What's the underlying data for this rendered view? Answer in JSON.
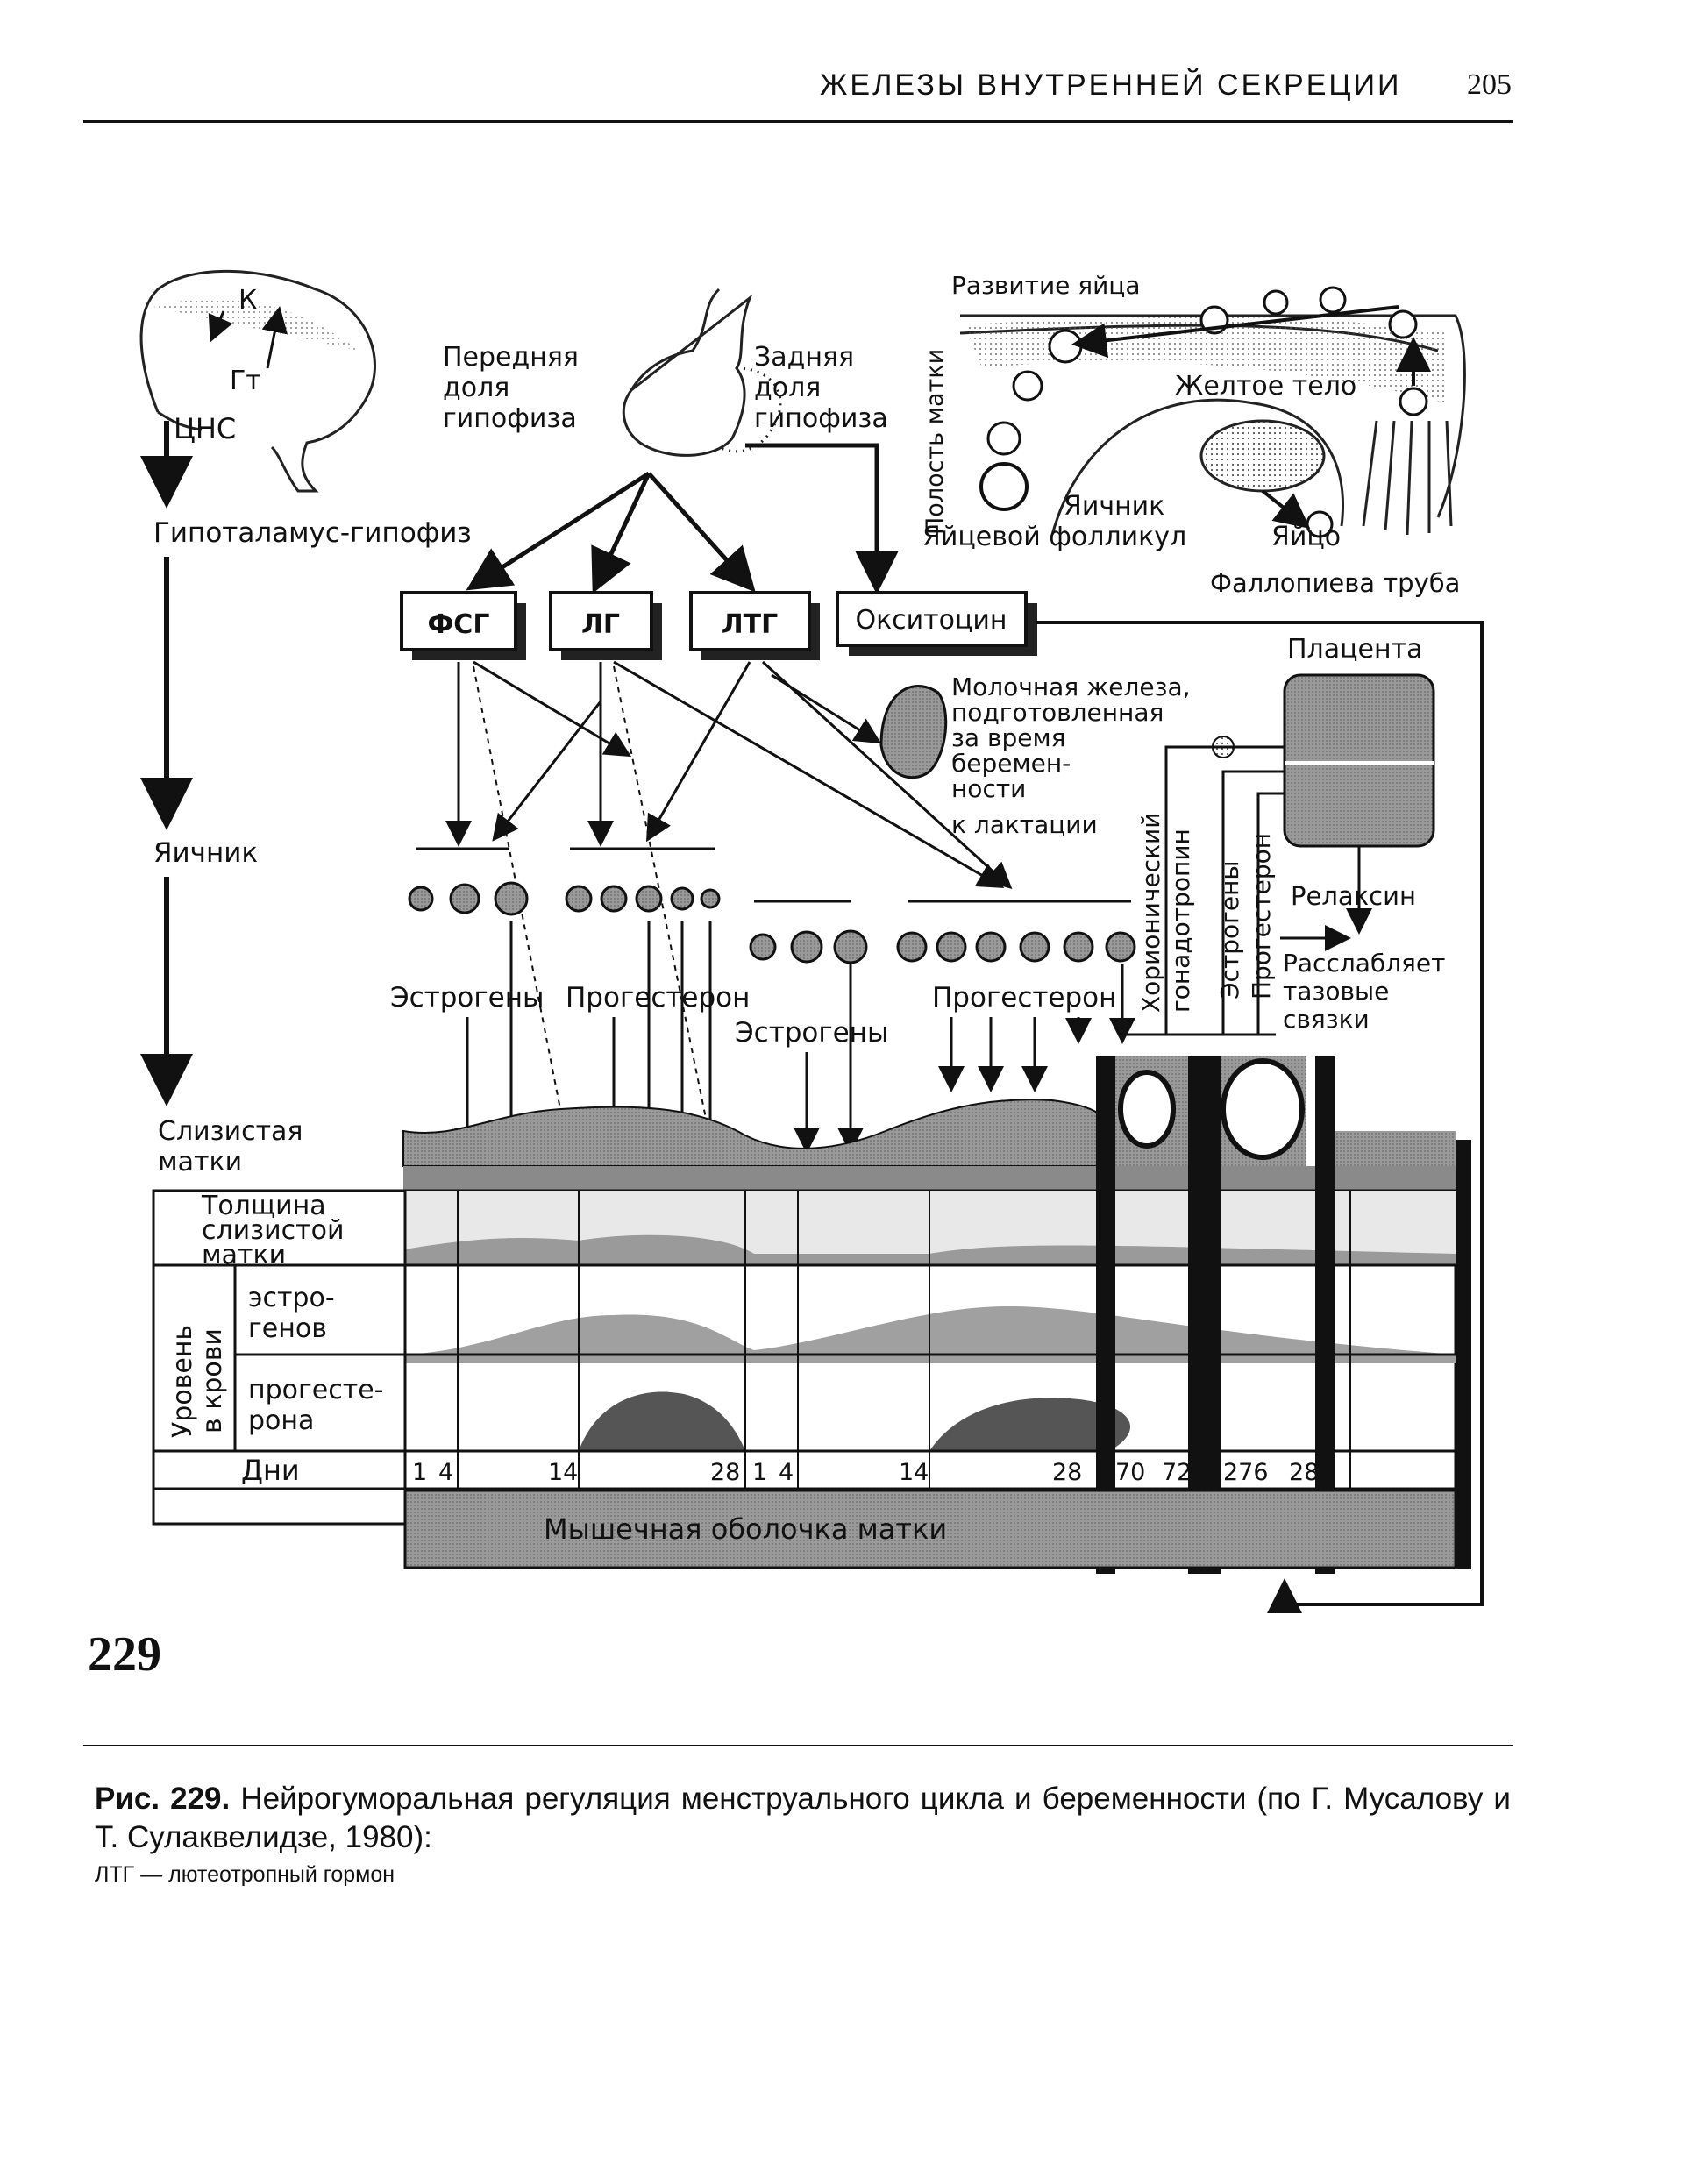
{
  "header": {
    "title": "ЖЕЛЕЗЫ ВНУТРЕННЕЙ СЕКРЕЦИИ",
    "page": "205"
  },
  "figure": {
    "brain": {
      "k": "К",
      "gt": "Гт",
      "cns": "ЦНС"
    },
    "pituitary": {
      "anterior": [
        "Передняя",
        "доля",
        "гипофиза"
      ],
      "posterior": [
        "Задняя",
        "доля",
        "гипофиза"
      ]
    },
    "axis": {
      "hypothalamus": "Гипоталамус-гипофиз",
      "ovary": "Яичник",
      "mucosa": [
        "Слизистая",
        "матки"
      ]
    },
    "hormones": {
      "fsh": "ФСГ",
      "lh": "ЛГ",
      "ltg": "ЛТГ",
      "oxytocin": "Окситоцин"
    },
    "ovary_panel": {
      "egg_dev": "Развитие яйца",
      "uterus_cavity": "Полость матки",
      "corpus_luteum": "Желтое тело",
      "ovary": "Яичник",
      "follicle": "Яйцевой фолликул",
      "egg": "Яйцо",
      "tube": "Фаллопиева труба"
    },
    "mammary": [
      "Молочная железа,",
      "подготовленная",
      "за время",
      "беремен-",
      "ности",
      "к лактации"
    ],
    "placenta": "Плацента",
    "vertical": {
      "hcg": [
        "Хорионический",
        "гонадотропин"
      ],
      "estrogens": "Эстрогены",
      "progesterone": "Прогестерон"
    },
    "relaxin": "Релаксин",
    "relax": [
      "Расслабляет",
      "тазовые",
      "связки"
    ],
    "labels": {
      "estrogens1": "Эстрогены",
      "progesterone1": "Прогестерон",
      "estrogens2": "Эстрогены",
      "progesterone2": "Прогестерон"
    },
    "table": {
      "thickness": [
        "Толщина",
        "слизистой",
        "матки"
      ],
      "blood_level": [
        "Уровень",
        "в крови"
      ],
      "estrogen": [
        "эстро-",
        "генов"
      ],
      "progesterone": [
        "прогесте-",
        "рона"
      ],
      "days_label": "Дни",
      "days": [
        "1",
        "4",
        "14",
        "28",
        "1",
        "4",
        "14",
        "28",
        "70",
        "72",
        "276",
        "280"
      ]
    },
    "muscle": "Мышечная оболочка матки"
  },
  "fignum": "229",
  "caption": {
    "label": "Рис. 229.",
    "text": "Нейрогуморальная регуляция менструального цикла и беременности (по Г. Мусалову и Т. Сулаквелидзе, 1980):",
    "note": "ЛТГ — лютеотропный гормон"
  }
}
